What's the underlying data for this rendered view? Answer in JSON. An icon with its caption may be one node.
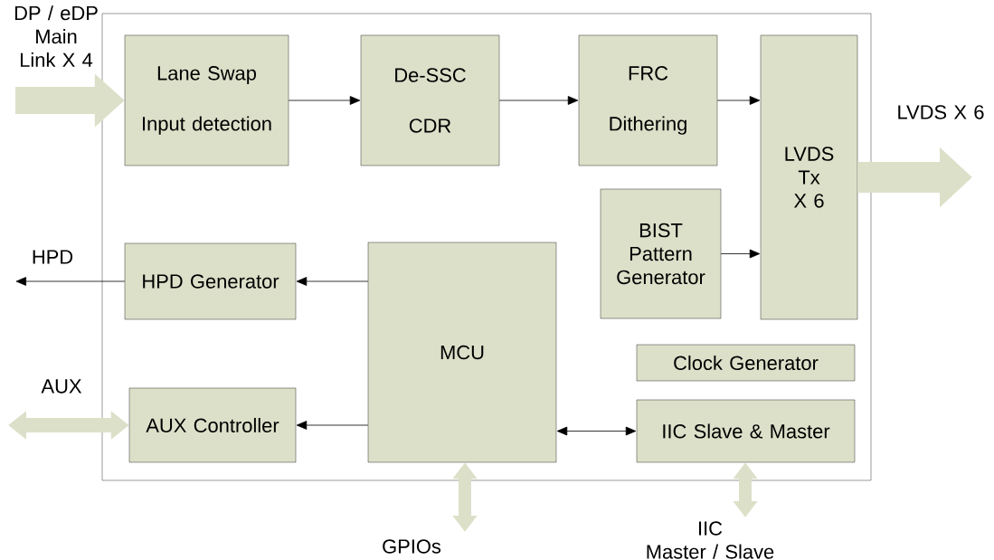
{
  "diagram": {
    "nodes": [
      {
        "text": [],
        "shape": "box"
      },
      {
        "text": [
          "Lane Swap",
          "Input detection"
        ],
        "in": 0
      },
      {
        "text": [
          "De-SSC",
          "CDR"
        ],
        "in": 0
      },
      {
        "text": [
          "FRC",
          "Dithering"
        ],
        "in": 0
      },
      {
        "text": [
          "LVDS Tx X 6"
        ],
        "in": 0
      },
      {
        "text": [
          "BIST Pattern Generator"
        ],
        "in": 0
      },
      {
        "text": [
          "HPD Generator"
        ],
        "in": 0
      },
      {
        "text": [
          "MCU"
        ],
        "in": 0
      },
      {
        "text": [
          "Clock Generator"
        ],
        "in": 0
      },
      {
        "text": [
          "AUX Controller"
        ],
        "in": 0
      },
      {
        "text": [
          "IIC Slave & Master"
        ],
        "in": 0
      }
    ],
    "edges": [
      {
        "from": null,
        "to": 1,
        "arrow": "to",
        "style": "thick",
        "color": "#dde0c9"
      },
      {
        "from": 1,
        "to": 2,
        "arrow": "to"
      },
      {
        "from": 2,
        "to": 3,
        "arrow": "to"
      },
      {
        "from": 3,
        "to": 4,
        "arrow": "to"
      },
      {
        "from": 5,
        "to": 4,
        "arrow": "to"
      },
      {
        "from": 4,
        "to": null,
        "arrow": "to",
        "style": "thick",
        "color": "#dde0c9"
      },
      {
        "from": 7,
        "to": 6,
        "arrow": "to"
      },
      {
        "from": 6,
        "to": null,
        "arrow": "to"
      },
      {
        "from": 7,
        "to": 9,
        "arrow": "to"
      },
      {
        "from": null,
        "to": 9,
        "arrow": "both",
        "style": "thick",
        "color": "#dde0c9"
      },
      {
        "from": 7,
        "to": 10,
        "arrow": "both"
      },
      {
        "from": 7,
        "to": null,
        "arrow": "both",
        "style": "thick",
        "color": "#dde0c9"
      },
      {
        "from": 10,
        "to": null,
        "arrow": "both",
        "style": "thick",
        "color": "#dde0c9"
      }
    ],
    "labels": [
      "DP / eDP Main Link X 4",
      "LVDS X 6",
      "HPD",
      "AUX",
      "GPIOs",
      "IIC Master / Slave"
    ]
  }
}
